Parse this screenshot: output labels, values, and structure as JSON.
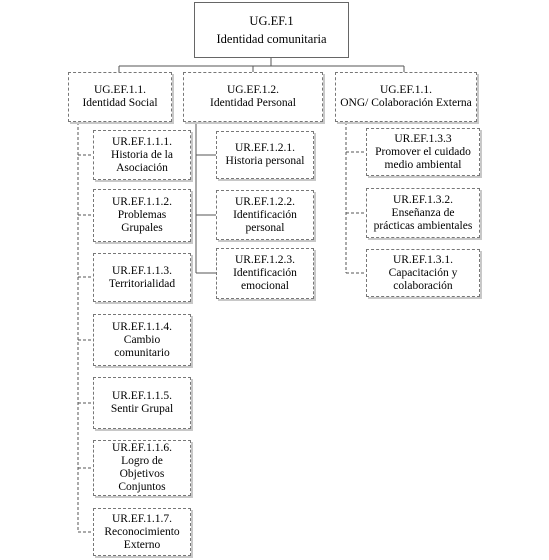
{
  "diagram": {
    "root": {
      "code": "UG.EF.1",
      "label": "Identidad comunitaria"
    },
    "groups": [
      {
        "code": "UG.EF.1.1.",
        "label": "Identidad Social",
        "items": [
          {
            "code": "UR.EF.1.1.1.",
            "lines": [
              "Historia de la",
              "Asociación"
            ]
          },
          {
            "code": "UR.EF.1.1.2.",
            "lines": [
              "Problemas",
              "Grupales"
            ]
          },
          {
            "code": "UR.EF.1.1.3.",
            "lines": [
              "Territorialidad"
            ]
          },
          {
            "code": "UR.EF.1.1.4.",
            "lines": [
              "Cambio",
              "comunitario"
            ]
          },
          {
            "code": "UR.EF.1.1.5.",
            "lines": [
              "Sentir Grupal"
            ]
          },
          {
            "code": "UR.EF.1.1.6.",
            "lines": [
              "Logro de",
              "Objetivos",
              "Conjuntos"
            ]
          },
          {
            "code": "UR.EF.1.1.7.",
            "lines": [
              "Reconocimiento",
              "Externo"
            ]
          }
        ]
      },
      {
        "code": "UG.EF.1.2.",
        "label": "Identidad Personal",
        "items": [
          {
            "code": "UR.EF.1.2.1.",
            "lines": [
              "Historia personal"
            ]
          },
          {
            "code": "UR.EF.1.2.2.",
            "lines": [
              "Identificación",
              "personal"
            ]
          },
          {
            "code": "UR.EF.1.2.3.",
            "lines": [
              "Identificación",
              "emocional"
            ]
          }
        ]
      },
      {
        "code": "UG.EF.1.1.",
        "label": "ONG/ Colaboración Externa",
        "items": [
          {
            "code": "UR.EF.1.3.3",
            "lines": [
              "Promover el cuidado",
              "medio ambiental"
            ]
          },
          {
            "code": "UR.EF.1.3.2.",
            "lines": [
              "Enseñanza de",
              "prácticas ambientales"
            ]
          },
          {
            "code": "UR.EF.1.3.1.",
            "lines": [
              "Capacitación y",
              "colaboración"
            ]
          }
        ]
      }
    ]
  }
}
